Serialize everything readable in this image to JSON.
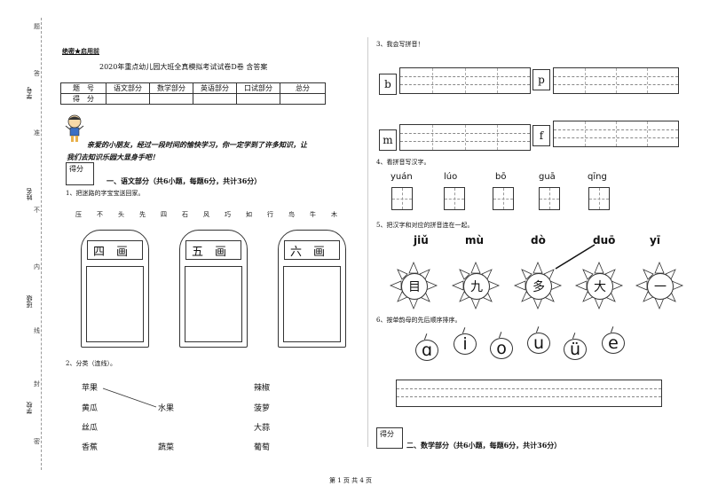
{
  "left_margin": {
    "labels": [
      "学号",
      "姓名",
      "班级",
      "学校"
    ],
    "marks": [
      "题",
      "答",
      "准",
      "不",
      "内",
      "线",
      "封",
      "密"
    ]
  },
  "header": {
    "secret": "绝密★启用前",
    "title": "2020年重点幼儿园大班全真模拟考试试卷D卷 含答案"
  },
  "score_table": {
    "row1": [
      "题　号",
      "语文部分",
      "数学部分",
      "英语部分",
      "口试部分",
      "总分"
    ],
    "row2": [
      "得　分",
      "",
      "",
      "",
      "",
      ""
    ]
  },
  "intro": {
    "line1": "亲爱的小朋友，经过一段时间的愉快学习，你一定学到了许多知识，让",
    "line2": "我们去知识乐园大显身手吧！"
  },
  "section1": {
    "score_label": "得分",
    "title": "一、语文部分（共6小题，每题6分，共计36分）"
  },
  "q1": {
    "text": "1、把迷路的字宝宝送回家。",
    "chars": [
      "压",
      "不",
      "头",
      "先",
      "四",
      "石",
      "风",
      "巧",
      "如",
      "行",
      "鸟",
      "牛",
      "木"
    ],
    "houses": [
      {
        "label": "四　画"
      },
      {
        "label": "五　画"
      },
      {
        "label": "六　画"
      }
    ]
  },
  "q2": {
    "text": "2、分类（连线）。",
    "left_col": [
      "苹果",
      "黄瓜",
      "丝瓜",
      "香蕉"
    ],
    "middle_col": [
      "水果",
      "蔬菜"
    ],
    "right_col": [
      "辣椒",
      "菠萝",
      "大蒜",
      "葡萄"
    ]
  },
  "q3": {
    "text": "3、我会写拼音！",
    "letters": [
      "b",
      "p",
      "m",
      "f"
    ]
  },
  "q4": {
    "text": "4、看拼音写汉字。",
    "pinyin": [
      "yuán",
      "lúo",
      "bō",
      "guā",
      "qīng"
    ]
  },
  "q5": {
    "text": "5、把汉字和对应的拼音连在一起。",
    "pinyin": [
      "jiǔ",
      "mù",
      "dò",
      "duō",
      "yī"
    ],
    "chars": [
      "目",
      "九",
      "多",
      "大",
      "一"
    ]
  },
  "q6": {
    "text": "6、按单韵母的先后顺序排序。",
    "vowels": [
      "ɑ",
      "i",
      "o",
      "u",
      "ü",
      "e"
    ]
  },
  "section2": {
    "score_label": "得分",
    "title": "二、数学部分（共6小题，每题6分，共计36分）"
  },
  "footer": {
    "page": "第 1 页 共 4 页"
  }
}
